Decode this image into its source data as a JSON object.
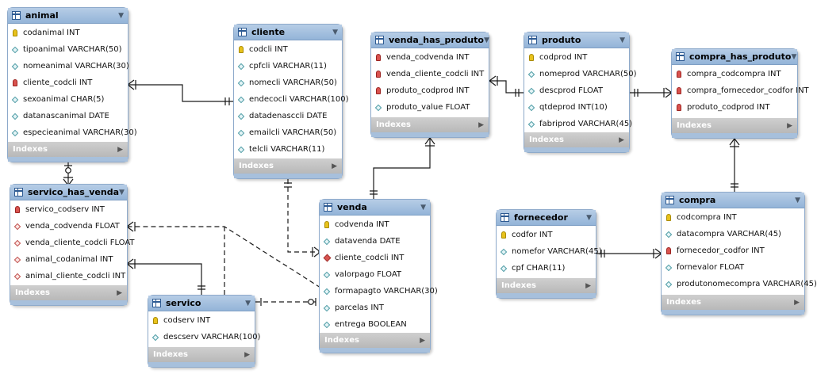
{
  "index_label": "Indexes",
  "tables": [
    {
      "id": "animal",
      "name": "animal",
      "columns": [
        {
          "label": "codanimal INT",
          "icon": "pk"
        },
        {
          "label": "tipoanimal VARCHAR(50)",
          "icon": "col"
        },
        {
          "label": "nomeanimal VARCHAR(30)",
          "icon": "col"
        },
        {
          "label": "cliente_codcli INT",
          "icon": "fk-key"
        },
        {
          "label": "sexoanimal CHAR(5)",
          "icon": "col"
        },
        {
          "label": "datanascanimal DATE",
          "icon": "col"
        },
        {
          "label": "especieanimal VARCHAR(30)",
          "icon": "col"
        }
      ]
    },
    {
      "id": "cliente",
      "name": "cliente",
      "columns": [
        {
          "label": "codcli INT",
          "icon": "pk"
        },
        {
          "label": "cpfcli VARCHAR(11)",
          "icon": "col"
        },
        {
          "label": "nomecli VARCHAR(50)",
          "icon": "col"
        },
        {
          "label": "endecocli VARCHAR(100)",
          "icon": "col"
        },
        {
          "label": "datadenasccli DATE",
          "icon": "col"
        },
        {
          "label": "emailcli VARCHAR(50)",
          "icon": "col"
        },
        {
          "label": "telcli VARCHAR(11)",
          "icon": "col"
        }
      ]
    },
    {
      "id": "venda_has_produto",
      "name": "venda_has_produto",
      "columns": [
        {
          "label": "venda_codvenda INT",
          "icon": "fk-key"
        },
        {
          "label": "venda_cliente_codcli INT",
          "icon": "fk-key"
        },
        {
          "label": "produto_codprod INT",
          "icon": "fk-key"
        },
        {
          "label": "produto_value FLOAT",
          "icon": "col"
        }
      ]
    },
    {
      "id": "produto",
      "name": "produto",
      "columns": [
        {
          "label": "codprod INT",
          "icon": "pk"
        },
        {
          "label": "nomeprod VARCHAR(50)",
          "icon": "col"
        },
        {
          "label": "descprod FLOAT",
          "icon": "col"
        },
        {
          "label": "qtdeprod INT(10)",
          "icon": "col"
        },
        {
          "label": "fabriprod VARCHAR(45)",
          "icon": "col"
        }
      ]
    },
    {
      "id": "compra_has_produto",
      "name": "compra_has_produto",
      "columns": [
        {
          "label": "compra_codcompra INT",
          "icon": "fk-key"
        },
        {
          "label": "compra_fornecedor_codfor INT",
          "icon": "fk-key"
        },
        {
          "label": "produto_codprod INT",
          "icon": "fk-key"
        }
      ]
    },
    {
      "id": "servico_has_venda",
      "name": "servico_has_venda",
      "columns": [
        {
          "label": "servico_codserv INT",
          "icon": "fk-key"
        },
        {
          "label": "venda_codvenda FLOAT",
          "icon": "fk-col"
        },
        {
          "label": "venda_cliente_codcli FLOAT",
          "icon": "fk-col"
        },
        {
          "label": "animal_codanimal INT",
          "icon": "fk-col"
        },
        {
          "label": "animal_cliente_codcli INT",
          "icon": "fk-col"
        }
      ]
    },
    {
      "id": "venda",
      "name": "venda",
      "columns": [
        {
          "label": "codvenda INT",
          "icon": "pk"
        },
        {
          "label": "datavenda DATE",
          "icon": "col"
        },
        {
          "label": "cliente_codcli INT",
          "icon": "fk-fill"
        },
        {
          "label": "valorpago FLOAT",
          "icon": "col"
        },
        {
          "label": "formapagto VARCHAR(30)",
          "icon": "col"
        },
        {
          "label": "parcelas INT",
          "icon": "col"
        },
        {
          "label": "entrega BOOLEAN",
          "icon": "col"
        }
      ]
    },
    {
      "id": "fornecedor",
      "name": "fornecedor",
      "columns": [
        {
          "label": "codfor INT",
          "icon": "pk"
        },
        {
          "label": "nomefor VARCHAR(45)",
          "icon": "col"
        },
        {
          "label": "cpf CHAR(11)",
          "icon": "col"
        }
      ]
    },
    {
      "id": "compra",
      "name": "compra",
      "columns": [
        {
          "label": "codcompra INT",
          "icon": "pk"
        },
        {
          "label": "datacompra VARCHAR(45)",
          "icon": "col"
        },
        {
          "label": "fornecedor_codfor INT",
          "icon": "fk-key"
        },
        {
          "label": "fornevalor FLOAT",
          "icon": "col"
        },
        {
          "label": "produtonomecompra VARCHAR(45)",
          "icon": "col"
        }
      ]
    },
    {
      "id": "servico",
      "name": "servico",
      "columns": [
        {
          "label": "codserv INT",
          "icon": "pk"
        },
        {
          "label": "descserv VARCHAR(100)",
          "icon": "col"
        }
      ]
    }
  ],
  "relationships": [
    {
      "from": "cliente",
      "to": "animal",
      "style": "solid"
    },
    {
      "from": "animal",
      "to": "servico_has_venda",
      "style": "solid"
    },
    {
      "from": "cliente",
      "to": "venda",
      "style": "dashed"
    },
    {
      "from": "venda",
      "to": "venda_has_produto",
      "style": "solid"
    },
    {
      "from": "produto",
      "to": "venda_has_produto",
      "style": "solid"
    },
    {
      "from": "produto",
      "to": "compra_has_produto",
      "style": "solid"
    },
    {
      "from": "compra",
      "to": "compra_has_produto",
      "style": "solid"
    },
    {
      "from": "fornecedor",
      "to": "compra",
      "style": "solid"
    },
    {
      "from": "servico",
      "to": "servico_has_venda",
      "style": "solid"
    },
    {
      "from": "venda",
      "to": "servico_has_venda",
      "style": "dashed"
    },
    {
      "from": "servico",
      "to": "venda",
      "style": "dashed"
    }
  ]
}
